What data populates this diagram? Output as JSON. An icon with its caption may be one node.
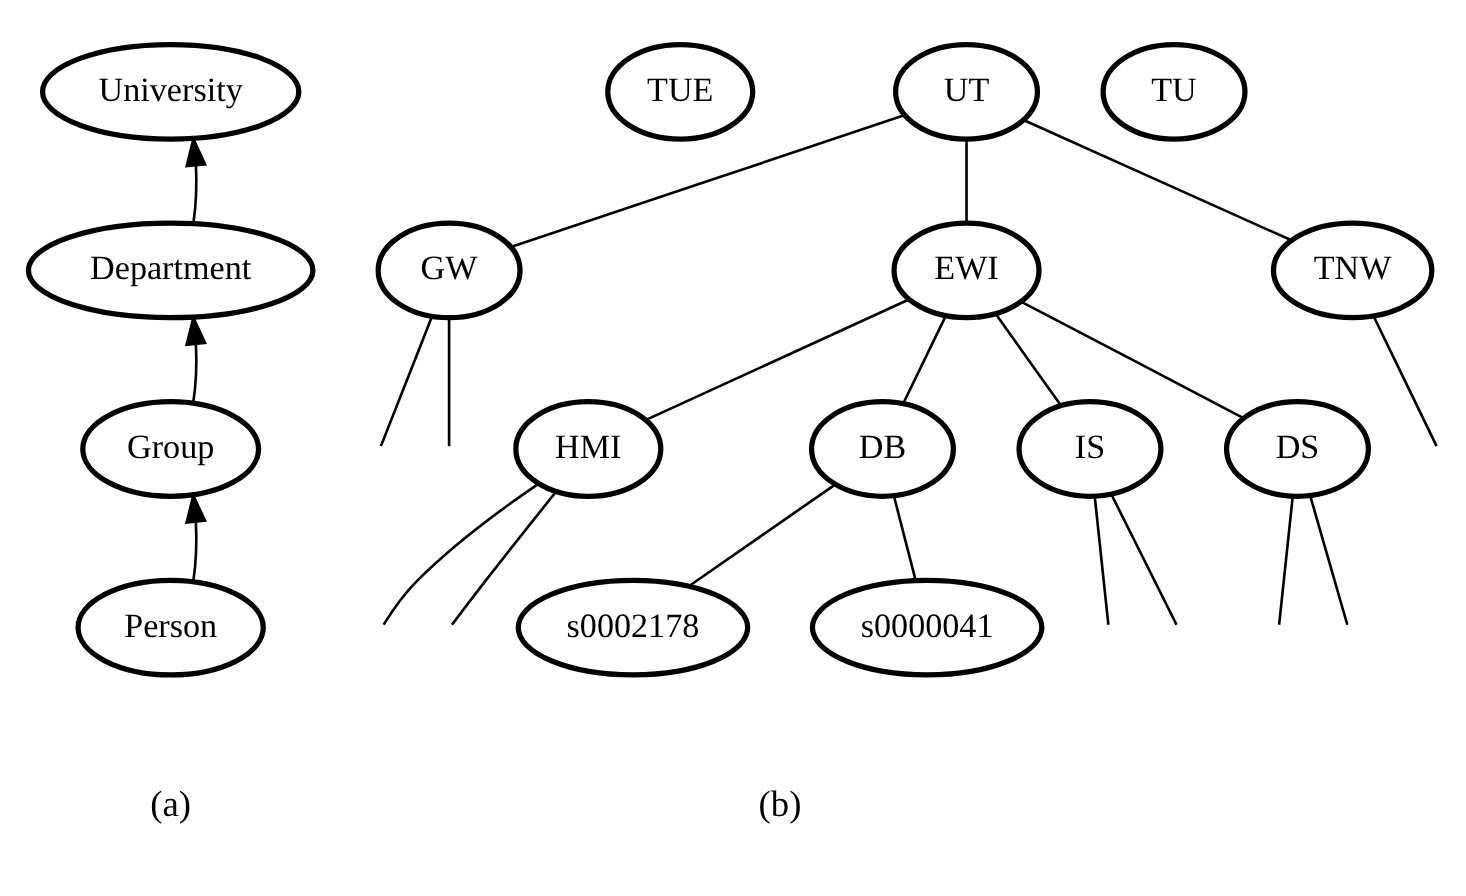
{
  "diagram": {
    "nodes": [
      {
        "text": [
          "University"
        ]
      },
      {
        "text": [
          "Department"
        ]
      },
      {
        "text": [
          "Group"
        ]
      },
      {
        "text": [
          "Person"
        ]
      },
      {
        "text": [
          "TUE"
        ]
      },
      {
        "text": [
          "UT"
        ]
      },
      {
        "text": [
          "TU"
        ]
      },
      {
        "text": [
          "GW"
        ]
      },
      {
        "text": [
          "EWI"
        ]
      },
      {
        "text": [
          "TNW"
        ]
      },
      {
        "text": [
          "HMI"
        ]
      },
      {
        "text": [
          "DB"
        ]
      },
      {
        "text": [
          "IS"
        ]
      },
      {
        "text": [
          "DS"
        ]
      },
      {
        "text": [
          "s0002178"
        ]
      },
      {
        "text": [
          "s0000041"
        ]
      }
    ],
    "edges": [
      {
        "from": 1,
        "to": 0,
        "arrow": "to"
      },
      {
        "from": 2,
        "to": 1,
        "arrow": "to"
      },
      {
        "from": 3,
        "to": 2,
        "arrow": "to"
      },
      {
        "from": 5,
        "to": 7,
        "arrow": "none"
      },
      {
        "from": 5,
        "to": 8,
        "arrow": "none"
      },
      {
        "from": 5,
        "to": 9,
        "arrow": "none"
      },
      {
        "from": 7,
        "to": null,
        "arrow": "none"
      },
      {
        "from": 7,
        "to": null,
        "arrow": "none"
      },
      {
        "from": 8,
        "to": 10,
        "arrow": "none"
      },
      {
        "from": 8,
        "to": 11,
        "arrow": "none"
      },
      {
        "from": 8,
        "to": 12,
        "arrow": "none"
      },
      {
        "from": 8,
        "to": 13,
        "arrow": "none"
      },
      {
        "from": 9,
        "to": null,
        "arrow": "none"
      },
      {
        "from": 10,
        "to": null,
        "arrow": "none"
      },
      {
        "from": 10,
        "to": null,
        "arrow": "none"
      },
      {
        "from": 11,
        "to": 14,
        "arrow": "none"
      },
      {
        "from": 11,
        "to": 15,
        "arrow": "none"
      },
      {
        "from": 12,
        "to": null,
        "arrow": "none"
      },
      {
        "from": 12,
        "to": null,
        "arrow": "none"
      },
      {
        "from": 13,
        "to": null,
        "arrow": "none"
      },
      {
        "from": 13,
        "to": null,
        "arrow": "none"
      }
    ],
    "labels": [
      "(a)",
      "(b)"
    ]
  }
}
